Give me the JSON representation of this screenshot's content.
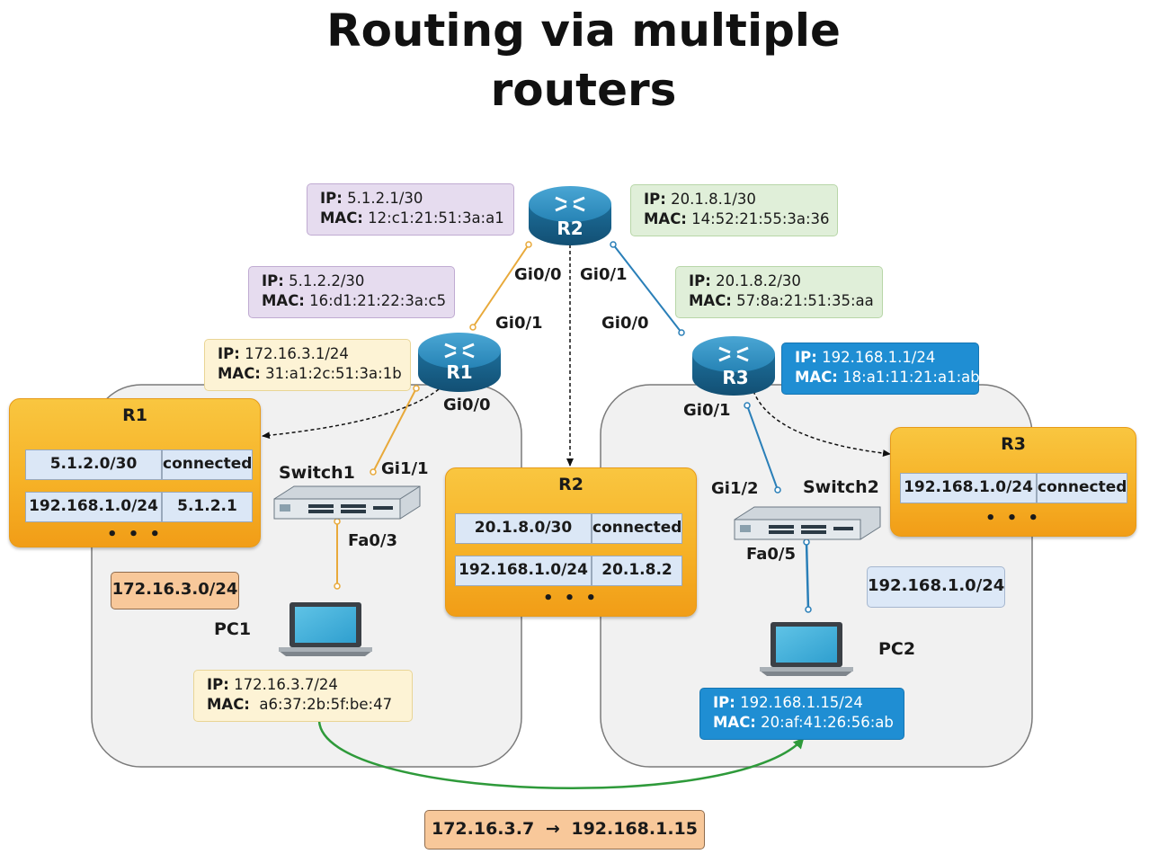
{
  "title_line1": "Routing via multiple",
  "title_line2": "routers",
  "routers": {
    "r1": "R1",
    "r2": "R2",
    "r3": "R3"
  },
  "interfaces": {
    "r2_gi00": "Gi0/0",
    "r2_gi01": "Gi0/1",
    "r1_gi01": "Gi0/1",
    "r1_gi00": "Gi0/0",
    "r3_gi00": "Gi0/0",
    "r3_gi01": "Gi0/1",
    "sw1_gi11": "Gi1/1",
    "sw1_fa03": "Fa0/3",
    "sw2_gi12": "Gi1/2",
    "sw2_fa05": "Fa0/5"
  },
  "switches": {
    "sw1": "Switch1",
    "sw2": "Switch2"
  },
  "pcs": {
    "pc1": "PC1",
    "pc2": "PC2"
  },
  "addr": {
    "ip_label": "IP:",
    "mac_label": "MAC:",
    "r2_left": {
      "ip": "5.1.2.1/30",
      "mac": "12:c1:21:51:3a:a1"
    },
    "r2_right": {
      "ip": "20.1.8.1/30",
      "mac": "14:52:21:55:3a:36"
    },
    "r1_up": {
      "ip": "5.1.2.2/30",
      "mac": "16:d1:21:22:3a:c5"
    },
    "r3_up": {
      "ip": "20.1.8.2/30",
      "mac": "57:8a:21:51:35:aa"
    },
    "r1_lan": {
      "ip": "172.16.3.1/24",
      "mac": "31:a1:2c:51:3a:1b"
    },
    "r3_lan": {
      "ip": "192.168.1.1/24",
      "mac": "18:a1:11:21:a1:ab"
    },
    "pc1": {
      "ip": "172.16.3.7/24",
      "mac": "a6:37:2b:5f:be:47"
    },
    "pc2": {
      "ip": "192.168.1.15/24",
      "mac": "20:af:41:26:56:ab"
    }
  },
  "tables": {
    "r1": {
      "title": "R1",
      "rows": [
        [
          "5.1.2.0/30",
          "connected"
        ],
        [
          "192.168.1.0/24",
          "5.1.2.1"
        ]
      ],
      "more": "• • •"
    },
    "r2": {
      "title": "R2",
      "rows": [
        [
          "20.1.8.0/30",
          "connected"
        ],
        [
          "192.168.1.0/24",
          "20.1.8.2"
        ]
      ],
      "more": "• • •"
    },
    "r3": {
      "title": "R3",
      "rows": [
        [
          "192.168.1.0/24",
          "connected"
        ]
      ],
      "more": "• • •"
    }
  },
  "networks": {
    "left": "172.16.3.0/24",
    "right": "192.168.1.0/24"
  },
  "flow": {
    "src": "172.16.3.7",
    "arrow": "→",
    "dst": "192.168.1.15"
  },
  "colors": {
    "orange_link": "#e8a93a",
    "blue_link": "#2a7fb8",
    "flow_arrow": "#2e9a3a",
    "router_body": "#1f6f99",
    "table_fill": "#f6b227"
  }
}
